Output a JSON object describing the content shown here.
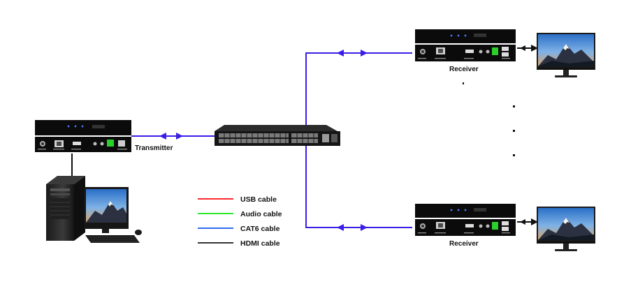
{
  "labels": {
    "transmitter": "Transmitter",
    "receiver_top": "Receiver",
    "receiver_bottom": "Receiver"
  },
  "legend": [
    {
      "label": "USB cable",
      "color": "#ff2a2a"
    },
    {
      "label": "Audio cable",
      "color": "#2ee82e"
    },
    {
      "label": "CAT6 cable",
      "color": "#2f6df0"
    },
    {
      "label": "HDMI cable",
      "color": "#333333"
    }
  ],
  "colors": {
    "cat6_link": "#3a1ee6",
    "hdmi_link": "#111111",
    "device_body": "#0b0b0b"
  },
  "icons": {
    "computer": "desktop-computer-icon",
    "monitor": "monitor-icon",
    "switch": "network-switch-icon"
  }
}
